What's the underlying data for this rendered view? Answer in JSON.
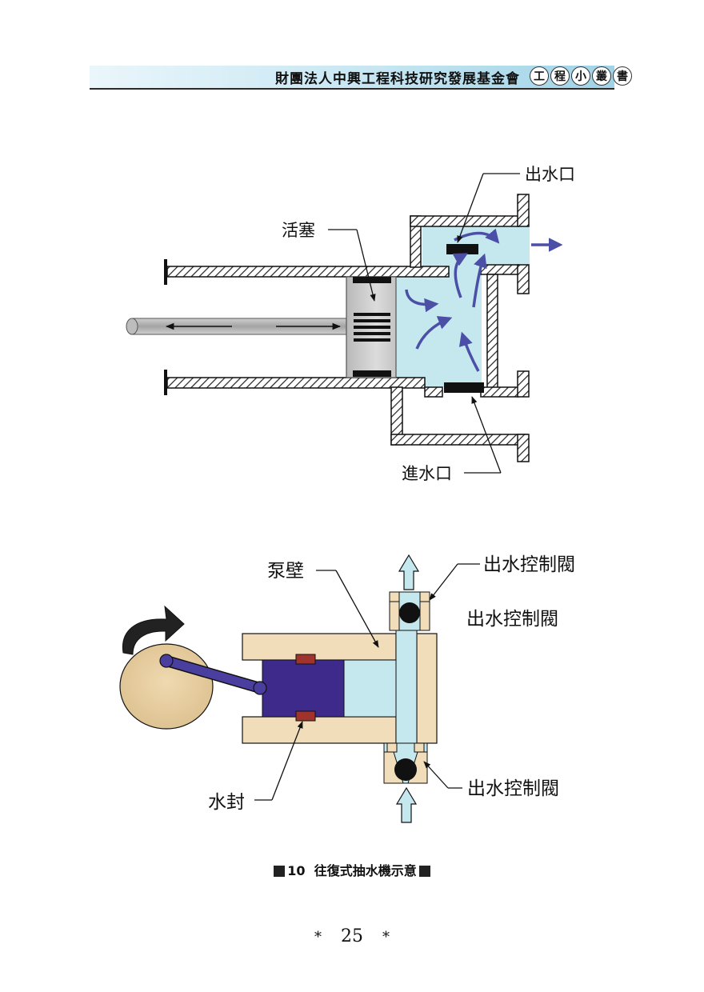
{
  "header": {
    "organization": "財團法人中興工程科技研究發展基金會",
    "series_chars": [
      "工",
      "程",
      "小",
      "叢",
      "書"
    ]
  },
  "figure_top": {
    "labels": {
      "piston": "活塞",
      "outlet": "出水口",
      "inlet": "進水口"
    }
  },
  "figure_bottom": {
    "labels": {
      "pump_wall": "泵壁",
      "outlet_valve_top": "出水控制閥",
      "outlet_valve_mid": "出水控制閥",
      "outlet_valve_bottom": "出水控制閥",
      "water_seal": "水封"
    }
  },
  "caption": {
    "figure_number": "10",
    "title": "往復式抽水機示意"
  },
  "footer": {
    "page_number": "25",
    "star": "*"
  },
  "colors": {
    "water": "#c5e8ef",
    "arrow": "#4b4fa6",
    "piston_fill": "#3d2a8a",
    "wall_fill": "#f2ddbb",
    "seal": "#a0342c",
    "header_blue": "#9fd3e6"
  }
}
